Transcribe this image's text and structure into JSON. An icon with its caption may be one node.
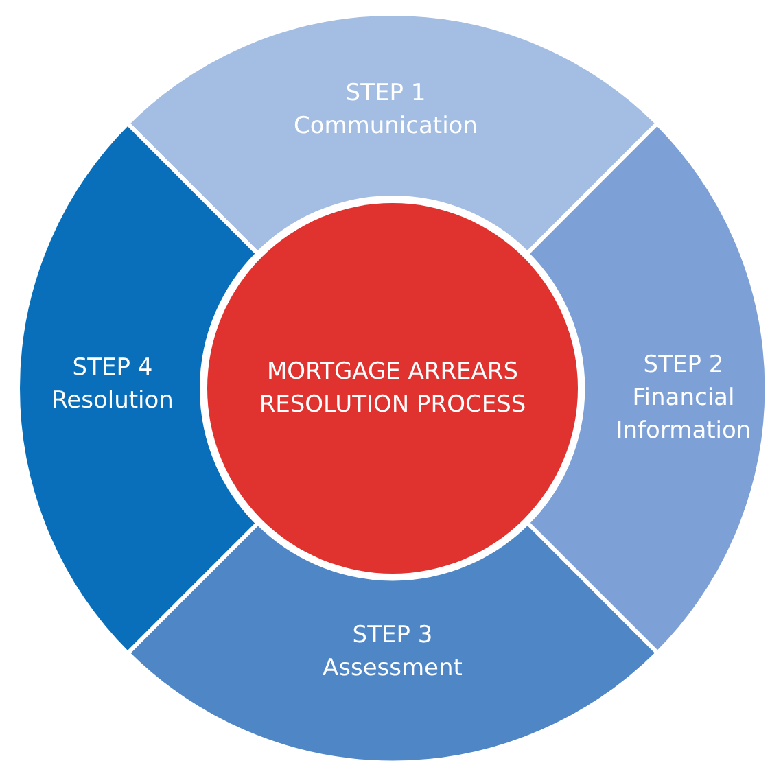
{
  "diagram": {
    "nodes": [
      {
        "text": [
          "STEP 1",
          "Communication"
        ]
      },
      {
        "text": [
          "STEP 2",
          "Financial Information"
        ]
      },
      {
        "text": [
          "STEP 3",
          "Assessment"
        ]
      },
      {
        "text": [
          "STEP 4",
          "Resolution"
        ]
      },
      {
        "text": [
          "MORTGAGE ARREARS RESOLUTION PROCESS"
        ]
      }
    ]
  }
}
